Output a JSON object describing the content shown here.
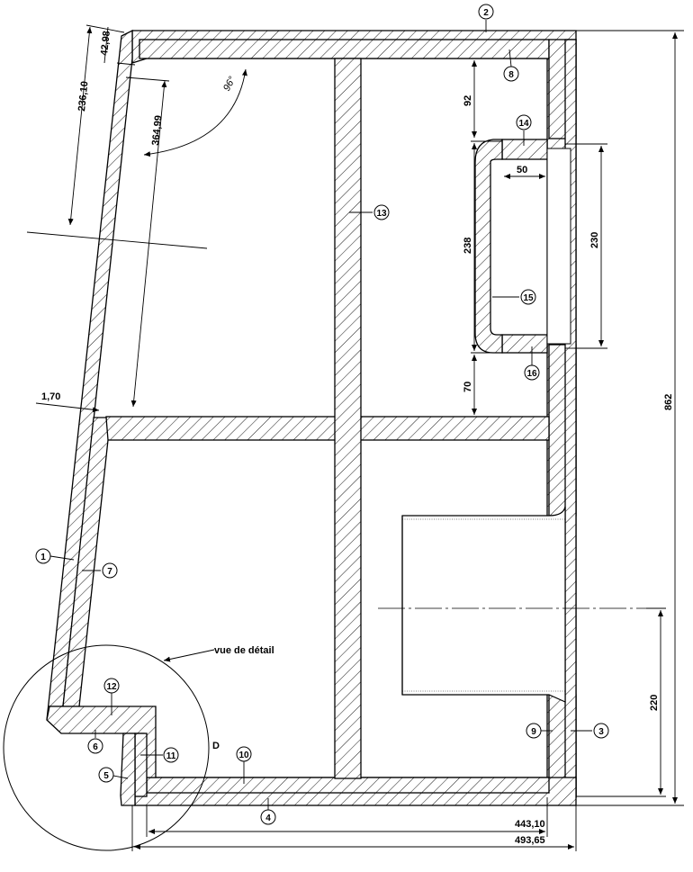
{
  "dimensions": {
    "d1": "42,98",
    "d2": "236,10",
    "d3": "364,99",
    "d4": "1,70",
    "d5": "92",
    "d6": "50",
    "d7": "238",
    "d8": "230",
    "d9": "70",
    "d10": "862",
    "d11": "220",
    "d12": "443,10",
    "d13": "493,65"
  },
  "angle": "96°",
  "detail_note": "vue de détail",
  "detail_letter": "D",
  "balloons": [
    "1",
    "2",
    "3",
    "4",
    "5",
    "6",
    "7",
    "8",
    "9",
    "10",
    "11",
    "12",
    "13",
    "14",
    "15",
    "16"
  ]
}
